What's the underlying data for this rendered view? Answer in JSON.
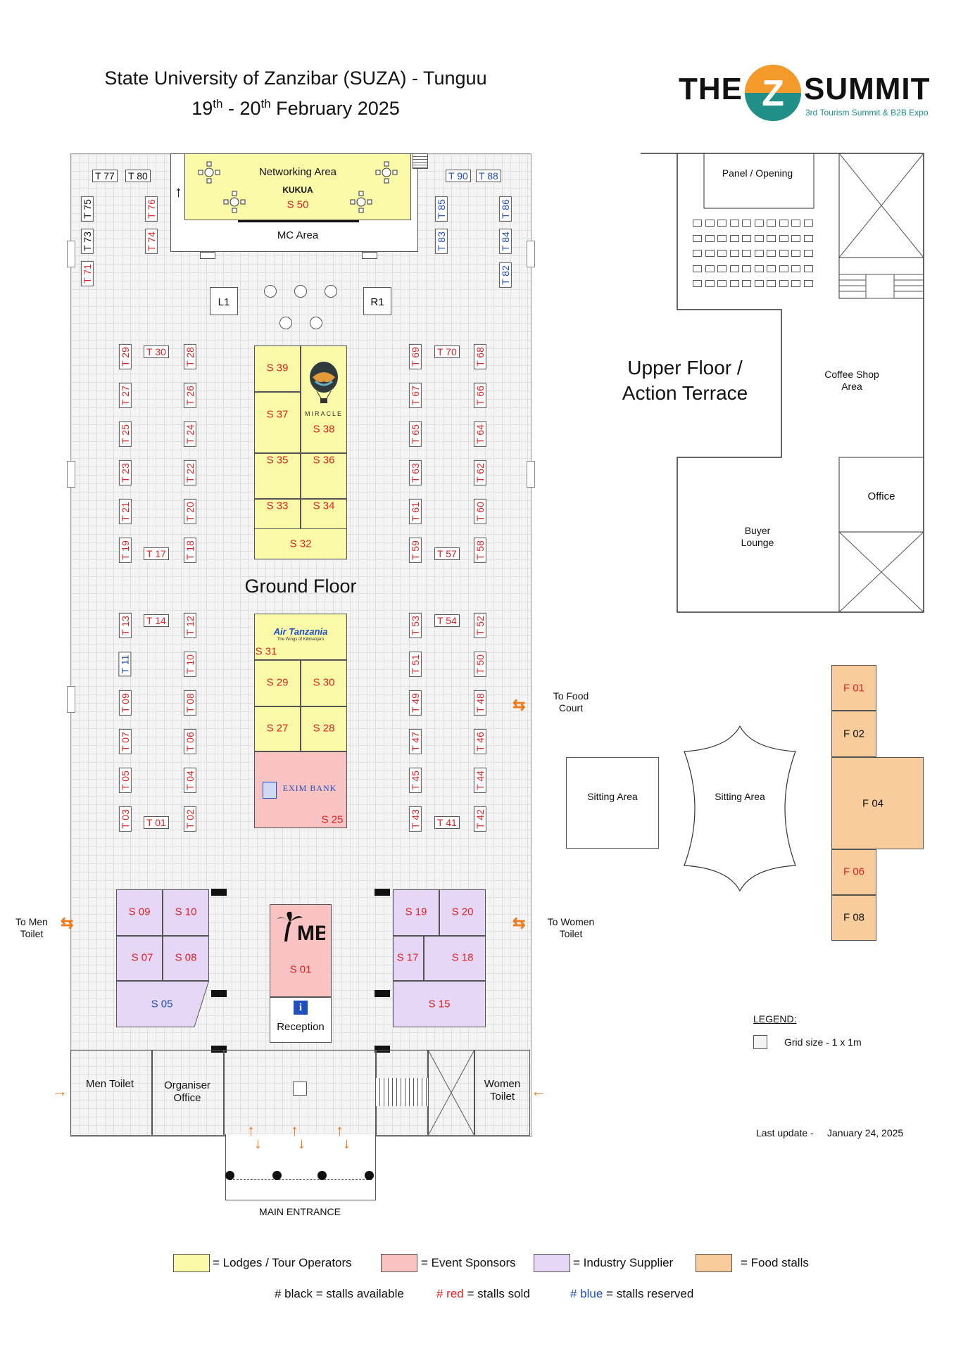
{
  "header": {
    "title_line1": "State University of Zanzibar (SUZA) - Tunguu",
    "date_pre": "19",
    "date_sup1": "th",
    "date_mid": " - 20",
    "date_sup2": "th",
    "date_post": " February 2025"
  },
  "logo": {
    "left_word": "THE",
    "letter": "Z",
    "right_word": "SUMMIT",
    "tagline": "3rd Tourism Summit & B2B Expo",
    "brand_orange": "#f39a2a",
    "brand_teal": "#1f8f88"
  },
  "ground": {
    "title": "Ground Floor",
    "networking": "Networking Area",
    "kukua": "KUKUA",
    "s50": "S 50",
    "mc": "MC Area",
    "l1": "L1",
    "r1": "R1",
    "miracle": "MIRACLE",
    "air": "Air Tanzania",
    "air_sub": "The Wings of Kilimanjaro",
    "exim": "EXIM BANK",
    "reception": "Reception",
    "men_toilet": "Men Toilet",
    "organiser": "Organiser Office",
    "women_toilet": "Women Toilet",
    "main_entrance": "MAIN ENTRANCE",
    "to_men": "To Men Toilet",
    "to_women": "To Women Toilet",
    "to_food": "To Food Court",
    "stands": {
      "s39": "S 39",
      "s37": "S 37",
      "s38": "S 38",
      "s35": "S 35",
      "s36": "S 36",
      "s33": "S 33",
      "s34": "S 34",
      "s32": "S 32",
      "s31": "S 31",
      "s29": "S 29",
      "s30": "S 30",
      "s27": "S 27",
      "s28": "S 28",
      "s25": "S 25",
      "s09": "S 09",
      "s10": "S 10",
      "s07": "S 07",
      "s08": "S 08",
      "s05": "S 05",
      "s01": "S 01",
      "s19": "S 19",
      "s20": "S 20",
      "s17": "S 17",
      "s18": "S 18",
      "s15": "S 15"
    },
    "tables": {
      "t77": "T 77",
      "t80": "T 80",
      "t75": "T 75",
      "t76": "T 76",
      "t73": "T 73",
      "t74": "T 74",
      "t71": "T 71",
      "t90": "T 90",
      "t88": "T 88",
      "t85": "T 85",
      "t86": "T 86",
      "t83": "T 83",
      "t84": "T 84",
      "t82": "T 82",
      "t29": "T 29",
      "t30": "T 30",
      "t28": "T 28",
      "t27": "T 27",
      "t26": "T 26",
      "t25": "T 25",
      "t24": "T 24",
      "t23": "T 23",
      "t22": "T 22",
      "t21": "T 21",
      "t20": "T 20",
      "t19": "T 19",
      "t17": "T 17",
      "t18": "T 18",
      "t69": "T 69",
      "t70": "T 70",
      "t68": "T 68",
      "t67": "T 67",
      "t66": "T 66",
      "t65": "T 65",
      "t64": "T 64",
      "t63": "T 63",
      "t62": "T 62",
      "t61": "T 61",
      "t60": "T 60",
      "t59": "T 59",
      "t57": "T 57",
      "t58": "T 58",
      "t13": "T 13",
      "t14": "T 14",
      "t12": "T 12",
      "t11": "T 11",
      "t10": "T 10",
      "t09": "T 09",
      "t08": "T 08",
      "t07": "T 07",
      "t06": "T 06",
      "t05": "T 05",
      "t04": "T 04",
      "t03": "T 03",
      "t01": "T 01",
      "t02": "T 02",
      "t53": "T 53",
      "t54": "T 54",
      "t52": "T 52",
      "t51": "T 51",
      "t50": "T 50",
      "t49": "T 49",
      "t48": "T 48",
      "t47": "T 47",
      "t46": "T 46",
      "t45": "T 45",
      "t44": "T 44",
      "t43": "T 43",
      "t41": "T 41",
      "t42": "T 42"
    }
  },
  "upper": {
    "title_line1": "Upper Floor /",
    "title_line2": "Action Terrace",
    "panel": "Panel / Opening",
    "coffee": "Coffee Shop Area",
    "office": "Office",
    "buyer": "Buyer Lounge"
  },
  "food": {
    "f01": "F 01",
    "f02": "F 02",
    "f04": "F 04",
    "f06": "F 06",
    "f08": "F 08",
    "sitting1": "Sitting Area",
    "sitting2": "Sitting Area"
  },
  "legend": {
    "title": "LEGEND:",
    "grid": "Grid size - 1 x 1m",
    "last_update_label": "Last update -",
    "last_update_date": "January 24, 2025",
    "lodges": "= Lodges / Tour Operators",
    "sponsors": "= Event Sponsors",
    "supplier": "= Industry Supplier",
    "food": "= Food stalls",
    "black_hash": "# black",
    "black_text": "= stalls available",
    "red_hash": "# red",
    "red_text": "= stalls sold",
    "blue_hash": "# blue",
    "blue_text": "= stalls reserved",
    "colors": {
      "lodges": "#fafaa8",
      "sponsors": "#f9c3c3",
      "supplier": "#e6d7f6",
      "food": "#f9cc9c",
      "sold": "#dd2222",
      "reserved": "#1f4fbf"
    }
  }
}
